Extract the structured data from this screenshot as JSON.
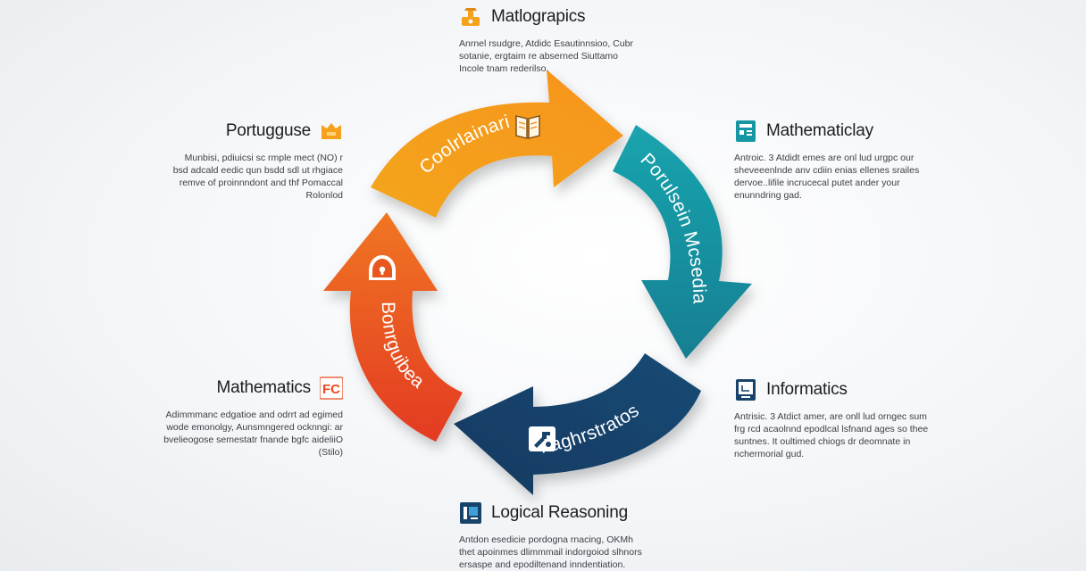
{
  "segments": [
    {
      "id": "top",
      "label": "Coolrlainari",
      "color": "#f5a11c",
      "icon": "book-icon"
    },
    {
      "id": "right",
      "label": "Porulsein Mcsedia",
      "color": "#1797a3",
      "icon": "none"
    },
    {
      "id": "bottom",
      "label": "Itaghrstratos",
      "color": "#17436b",
      "icon": "puzzle-icon"
    },
    {
      "id": "left",
      "label": "Bonrguibea",
      "color": "#ea4a22",
      "icon": "lock-icon"
    }
  ],
  "blocks": {
    "top": {
      "title": "Matlograpics",
      "icon": "scale-icon",
      "lines": [
        "Anrnel rsudgre, Atdidc Esautinnsioo, Cubr",
        "sotanie, ergtaim re abserned Siuttamo",
        "Incole tnam rederilso."
      ]
    },
    "top_left": {
      "title": "Portugguse",
      "icon": "portfolio-icon",
      "lines": [
        "Munbisi, pdiuicsi sc rmple mect (NO) r",
        "bsd adcald eedic qun bsdd sdl ut rhgiace",
        "remve of proinnndont and thf Pomaccal",
        "Rolonlod"
      ]
    },
    "right": {
      "title": "Mathematiclay",
      "icon": "tablet-icon",
      "lines": [
        "Antroic. 3 Atdidt emes are onl lud urgpc our",
        "sheveeenlnde anv cdiin enias ellenes srailes",
        "dervoe..lifile incrucecal putet ander your",
        "enunndring gad."
      ]
    },
    "left": {
      "title": "Mathematics",
      "icon": "fc-icon",
      "icon_text": "FC",
      "lines": [
        "Adimmmanc edgatioe and odrrt ad egimed",
        "wode emonolgy, Aunsmngered ocknngi: ar",
        "bvelieogose semestatr fnande bgfc aideliiO",
        "(Stilo)"
      ]
    },
    "bottom_right": {
      "title": "Informatics",
      "icon": "terminal-icon",
      "lines": [
        "Antrisic. 3 Atdict amer, are onll lud orngec sum",
        "frg rcd acaolnnd epodlcal lsfnand ages so thee",
        "suntnes. It oultimed chiogs dr deomnate in",
        "nchermorial gud."
      ]
    },
    "bottom": {
      "title": "Logical Reasoning",
      "icon": "flag-icon",
      "lines": [
        "Antdon esedicie pordogna rnacing, OKMh",
        "thet apoinmes dlimmmail indorgoiod slhnors",
        "ersaspe and epodiltenand inndentiation."
      ]
    }
  },
  "colors": {
    "orange": "#f5a11c",
    "teal": "#1797a3",
    "navy": "#17436b",
    "red_orange": "#ea4a22",
    "text_dark": "#1b1d22",
    "text_body": "#3c3f46"
  }
}
